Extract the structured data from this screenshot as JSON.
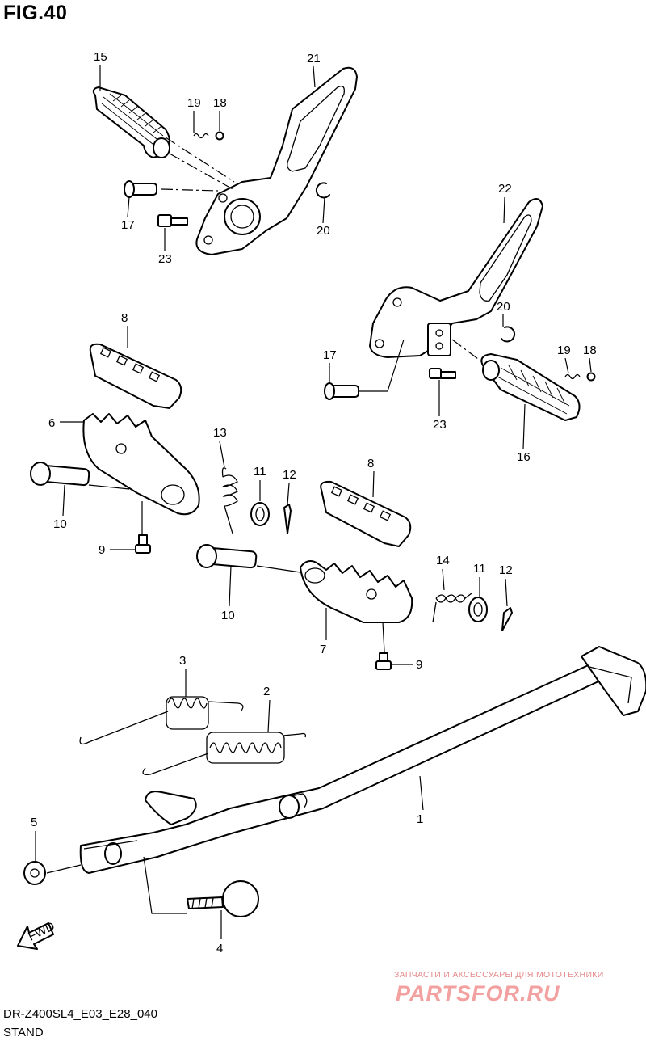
{
  "figure": {
    "title": "FIG.40"
  },
  "footer": {
    "model_code": "DR-Z400SL4_E03_E28_040",
    "section": "STAND"
  },
  "watermark": {
    "tagline": "ЗАПЧАСТИ И АКСЕССУАРЫ ДЛЯ МОТОТЕХНИКИ",
    "brand": "PARTSFOR.RU"
  },
  "fwd_label": "FWD",
  "callouts": {
    "c1": "1",
    "c2": "2",
    "c3": "3",
    "c4": "4",
    "c5": "5",
    "c6": "6",
    "c7": "7",
    "c8a": "8",
    "c8b": "8",
    "c9a": "9",
    "c9b": "9",
    "c10a": "10",
    "c10b": "10",
    "c11a": "11",
    "c11b": "11",
    "c12a": "12",
    "c12b": "12",
    "c13": "13",
    "c14": "14",
    "c15": "15",
    "c16": "16",
    "c17a": "17",
    "c17b": "17",
    "c18a": "18",
    "c18b": "18",
    "c19a": "19",
    "c19b": "19",
    "c20a": "20",
    "c20b": "20",
    "c21": "21",
    "c22": "22",
    "c23a": "23",
    "c23b": "23"
  },
  "colors": {
    "line": "#000000",
    "background": "#ffffff",
    "watermark": "#f2a0a0"
  }
}
